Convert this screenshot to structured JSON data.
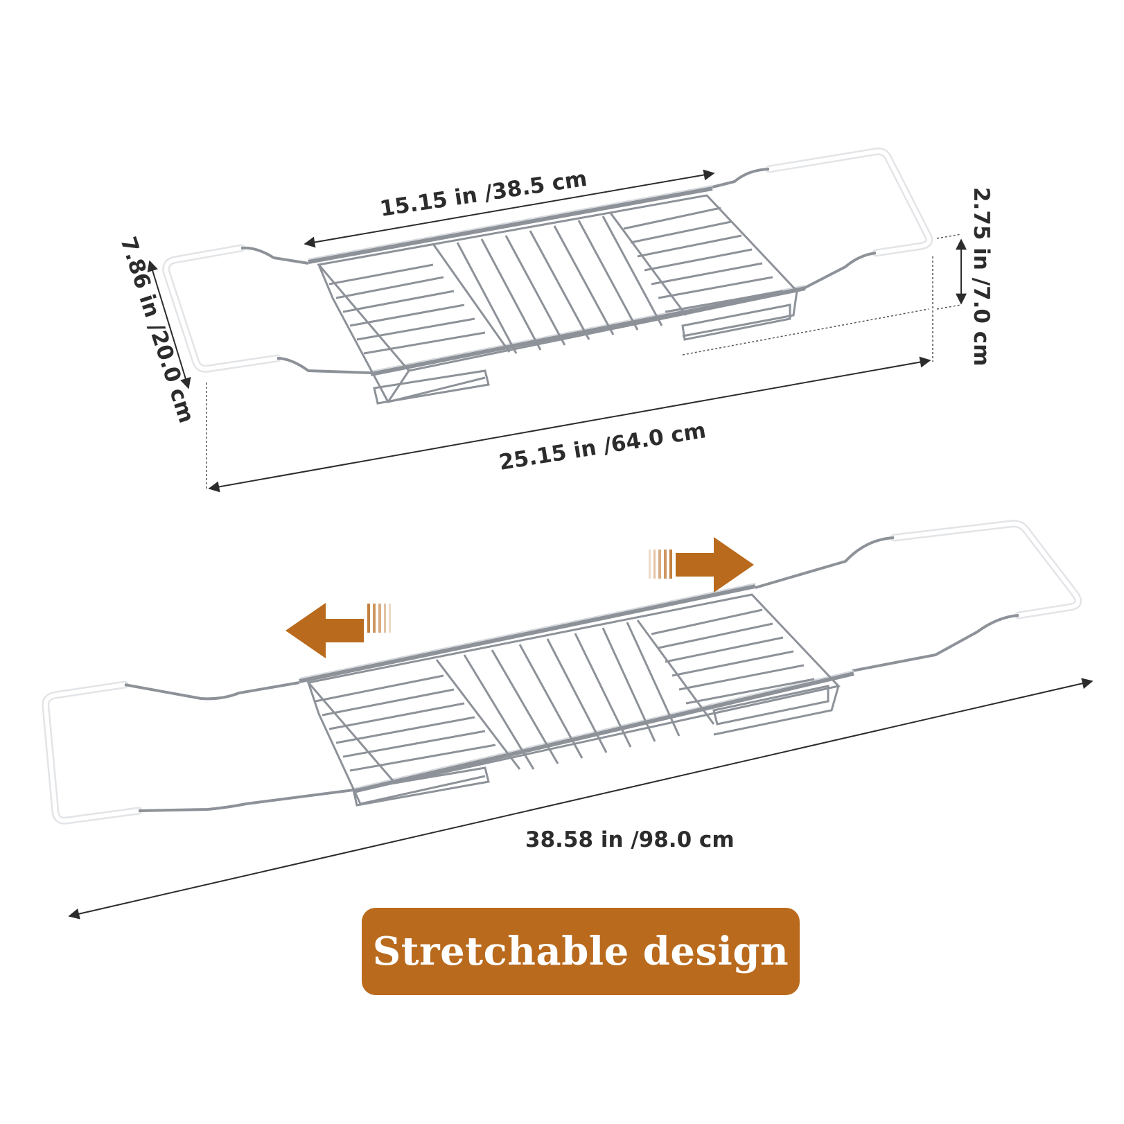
{
  "dimensions": {
    "inner_length": "15.15 in /38.5 cm",
    "width": "7.86 in /20.0 cm",
    "height": "2.75 in /7.0 cm",
    "closed_length": "25.15 in /64.0 cm",
    "extended_length": "38.58 in /98.0 cm"
  },
  "banner": {
    "text": "Stretchable design"
  },
  "colors": {
    "accent": "#b96a1c",
    "text": "#2c2c2c",
    "steel": "#8d9299",
    "steel_light": "#d6d9dd",
    "grip": "#f4f4f4"
  },
  "icons": {
    "left_arrow": "arrow-left-icon",
    "right_arrow": "arrow-right-icon"
  }
}
